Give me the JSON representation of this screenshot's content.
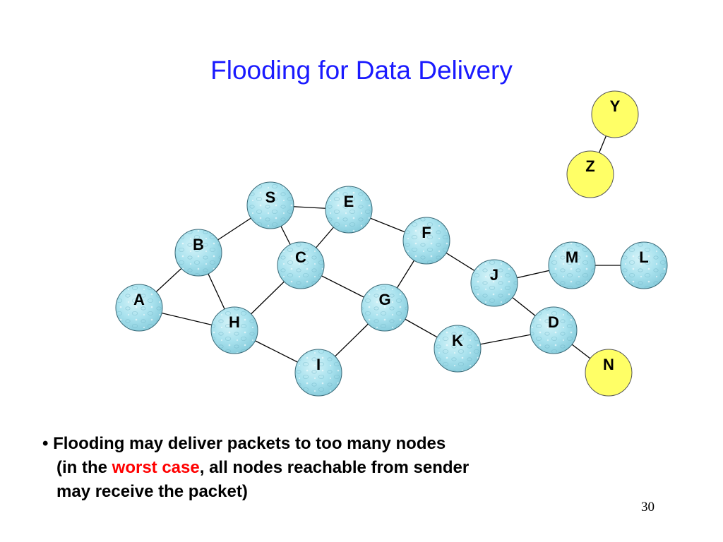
{
  "title": "Flooding for Data Delivery",
  "colors": {
    "title": "#1a1aff",
    "node_fill_blue": "#a9e2ee",
    "node_fill_yellow": "#ffff66",
    "node_stroke": "#3a6a78",
    "edge": "#000000",
    "highlight": "#ff0000"
  },
  "nodes": [
    {
      "id": "S",
      "label": "S",
      "style": "blue"
    },
    {
      "id": "E",
      "label": "E",
      "style": "blue"
    },
    {
      "id": "F",
      "label": "F",
      "style": "blue"
    },
    {
      "id": "B",
      "label": "B",
      "style": "blue"
    },
    {
      "id": "C",
      "label": "C",
      "style": "blue"
    },
    {
      "id": "M",
      "label": "M",
      "style": "blue"
    },
    {
      "id": "L",
      "label": "L",
      "style": "blue"
    },
    {
      "id": "J",
      "label": "J",
      "style": "blue"
    },
    {
      "id": "A",
      "label": "A",
      "style": "blue"
    },
    {
      "id": "G",
      "label": "G",
      "style": "blue"
    },
    {
      "id": "H",
      "label": "H",
      "style": "blue"
    },
    {
      "id": "D",
      "label": "D",
      "style": "blue"
    },
    {
      "id": "K",
      "label": "K",
      "style": "blue"
    },
    {
      "id": "I",
      "label": "I",
      "style": "blue"
    },
    {
      "id": "N",
      "label": "N",
      "style": "yellow"
    },
    {
      "id": "Y",
      "label": "Y",
      "style": "yellow"
    },
    {
      "id": "Z",
      "label": "Z",
      "style": "yellow"
    }
  ],
  "edges": [
    [
      "S",
      "E"
    ],
    [
      "S",
      "B"
    ],
    [
      "S",
      "C"
    ],
    [
      "E",
      "C"
    ],
    [
      "E",
      "F"
    ],
    [
      "B",
      "A"
    ],
    [
      "B",
      "H"
    ],
    [
      "A",
      "H"
    ],
    [
      "C",
      "H"
    ],
    [
      "C",
      "G"
    ],
    [
      "F",
      "G"
    ],
    [
      "F",
      "J"
    ],
    [
      "J",
      "M"
    ],
    [
      "M",
      "L"
    ],
    [
      "J",
      "D"
    ],
    [
      "H",
      "I"
    ],
    [
      "G",
      "I"
    ],
    [
      "G",
      "K"
    ],
    [
      "K",
      "D"
    ],
    [
      "D",
      "N"
    ],
    [
      "Y",
      "Z"
    ]
  ],
  "bullet": {
    "marker": "•",
    "line1": "Flooding may deliver packets to too many nodes",
    "line2_before": "(in the ",
    "line2_highlight": "worst case",
    "line2_after": ", all nodes reachable from sender",
    "line3": "may receive the packet)"
  },
  "page_number": "30"
}
